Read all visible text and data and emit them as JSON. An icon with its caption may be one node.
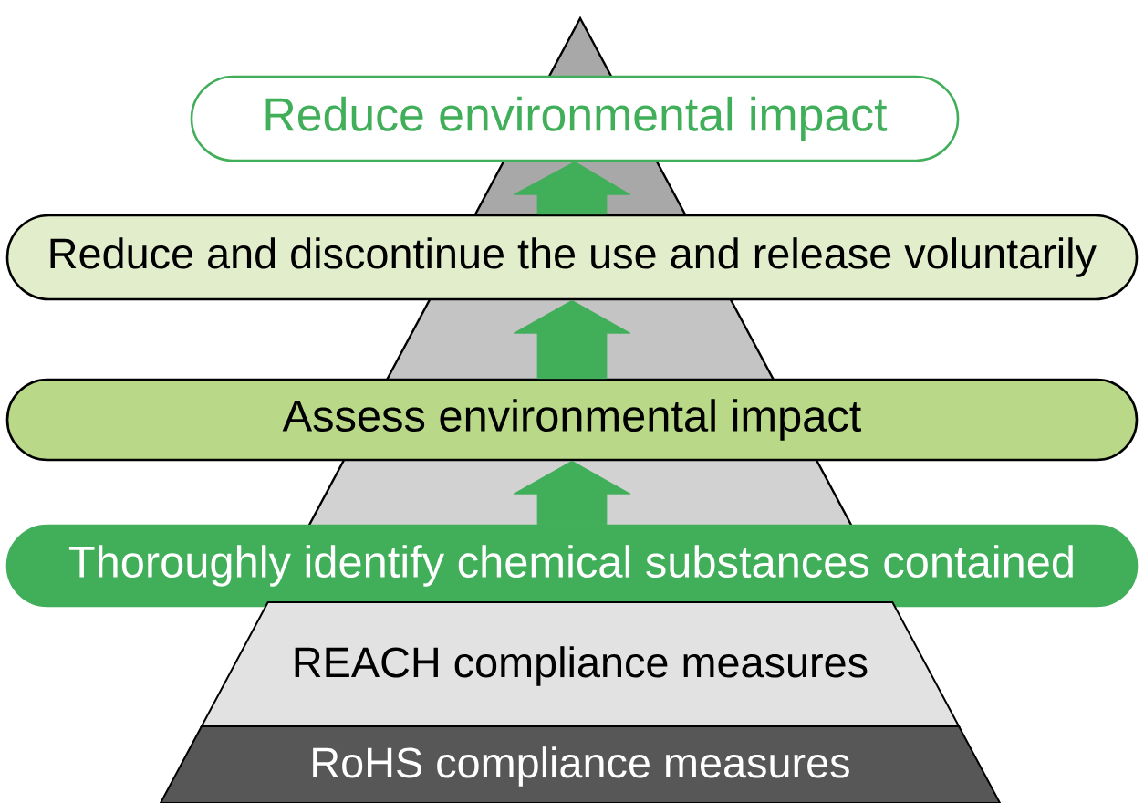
{
  "diagram": {
    "nodes": [
      {
        "text": [
          "Reduce environmental impact"
        ]
      },
      {
        "text": [
          "Reduce and discontinue the use and release voluntarily"
        ]
      },
      {
        "text": [
          "Assess environmental impact"
        ]
      },
      {
        "text": [
          "Thoroughly identify chemical substances contained"
        ]
      },
      {
        "text": [
          "REACH compliance measures"
        ]
      },
      {
        "text": [
          "RoHS compliance measures"
        ]
      }
    ],
    "edges": [
      {
        "from": 1,
        "to": 0,
        "arrow": "to"
      },
      {
        "from": 2,
        "to": 1,
        "arrow": "to"
      },
      {
        "from": 3,
        "to": 2,
        "arrow": "to"
      }
    ]
  }
}
